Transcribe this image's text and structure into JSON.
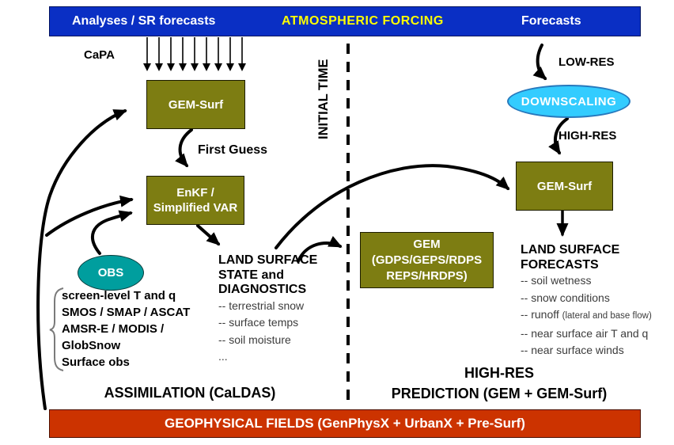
{
  "banner": {
    "left": "Analyses / SR forecasts",
    "center": "ATMOSPHERIC FORCING",
    "right": "Forecasts"
  },
  "nodes": {
    "capa": "CaPA",
    "gem_surf_left": "GEM-Surf",
    "first_guess": "First Guess",
    "enkf_line1": "EnKF /",
    "enkf_line2": "Simplified VAR",
    "obs": "OBS",
    "gem_line1": "GEM",
    "gem_line2": "(GDPS/GEPS/RDPS",
    "gem_line3": "REPS/HRDPS)",
    "downscaling": "DOWNSCALING",
    "gem_surf_right": "GEM-Surf",
    "initial_time": "INITIAL TIME",
    "low_res": "LOW-RES",
    "high_res": "HIGH-RES"
  },
  "obs_list": [
    "screen-level T and q",
    "SMOS / SMAP / ASCAT",
    "AMSR-E / MODIS /",
    "GlobSnow",
    "Surface obs"
  ],
  "land_state": {
    "title1": "LAND SURFACE",
    "title2": "STATE and",
    "title3": "DIAGNOSTICS",
    "item1": "-- terrestrial snow",
    "item2": "-- surface temps",
    "item3": "-- soil moisture",
    "item4": "..."
  },
  "land_forecasts": {
    "title1": "LAND SURFACE",
    "title2": "FORECASTS",
    "item1": "-- soil wetness",
    "item2": "-- snow conditions",
    "item3_main": "-- runoff ",
    "item3_small": "(lateral and base flow)",
    "item4": "-- near surface air T and q",
    "item5": "-- near surface winds"
  },
  "captions": {
    "assimilation": "ASSIMILATION (CaLDAS)",
    "prediction_line1": "HIGH-RES",
    "prediction_line2": "PREDICTION (GEM + GEM-Surf)"
  },
  "bottom_banner": {
    "label": "GEOPHYSICAL FIELDS (GenPhysX + UrbanX + Pre-Surf)"
  },
  "colors": {
    "banner_blue": "#0a2fc4",
    "title_yellow": "#ffff00",
    "olive": "#7d7d12",
    "teal": "#009e9e",
    "light_blue": "#33ccff",
    "red_banner": "#cc3300"
  }
}
